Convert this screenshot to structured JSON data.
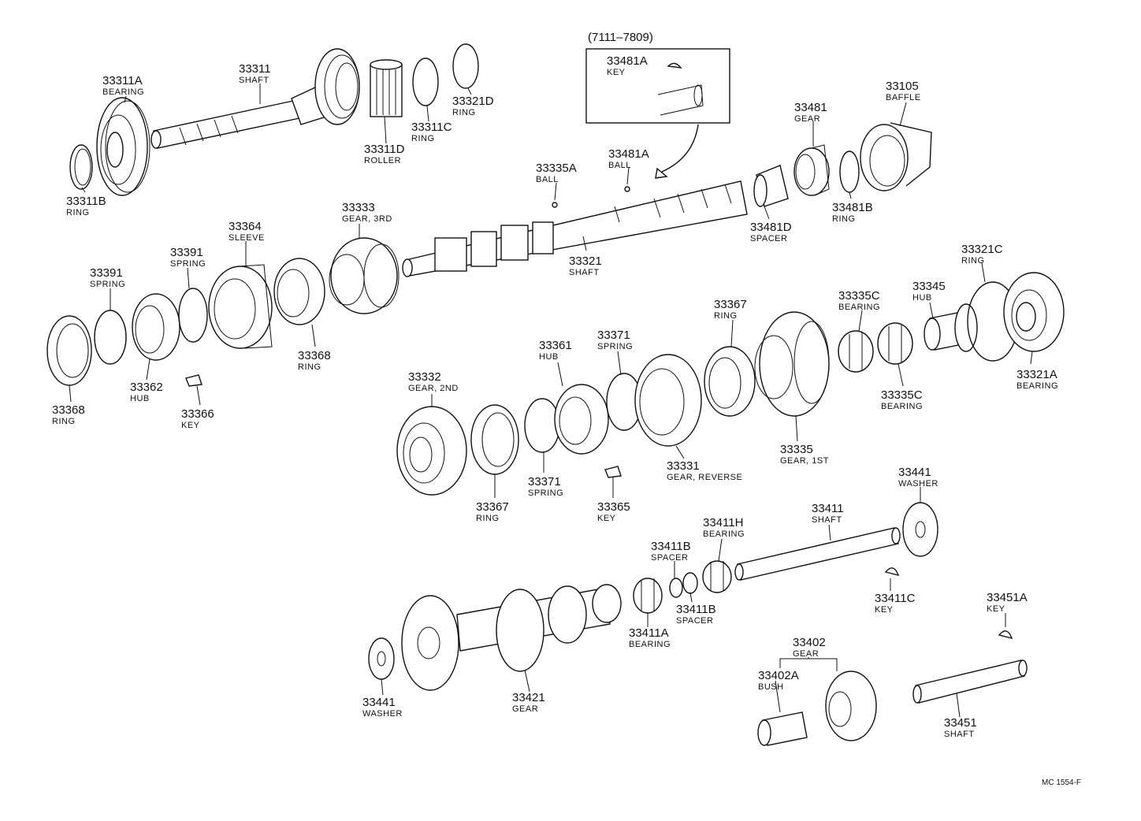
{
  "diagram": {
    "reference_box": {
      "label": "(7111–7809)",
      "part_number": "33481A",
      "part_name": "KEY"
    },
    "drawing_code": "MC 1554-F",
    "parts": [
      {
        "id": "p1",
        "number": "33311A",
        "name": "BEARING"
      },
      {
        "id": "p2",
        "number": "33311",
        "name": "SHAFT"
      },
      {
        "id": "p3",
        "number": "33311B",
        "name": "RING"
      },
      {
        "id": "p4",
        "number": "33311D",
        "name": "ROLLER"
      },
      {
        "id": "p5",
        "number": "33311C",
        "name": "RING"
      },
      {
        "id": "p6",
        "number": "33321D",
        "name": "RING"
      },
      {
        "id": "p7",
        "number": "33335A",
        "name": "BALL"
      },
      {
        "id": "p8",
        "number": "33481A",
        "name": "BALL"
      },
      {
        "id": "p9",
        "number": "33481",
        "name": "GEAR"
      },
      {
        "id": "p10",
        "number": "33105",
        "name": "BAFFLE"
      },
      {
        "id": "p11",
        "number": "33481D",
        "name": "SPACER"
      },
      {
        "id": "p12",
        "number": "33481B",
        "name": "RING"
      },
      {
        "id": "p13",
        "number": "33321",
        "name": "SHAFT"
      },
      {
        "id": "p14",
        "number": "33333",
        "name": "GEAR, 3RD"
      },
      {
        "id": "p15",
        "number": "33364",
        "name": "SLEEVE"
      },
      {
        "id": "p16",
        "number": "33391",
        "name": "SPRING"
      },
      {
        "id": "p17",
        "number": "33391",
        "name": "SPRING"
      },
      {
        "id": "p18",
        "number": "33368",
        "name": "RING"
      },
      {
        "id": "p19",
        "number": "33362",
        "name": "HUB"
      },
      {
        "id": "p20",
        "number": "33366",
        "name": "KEY"
      },
      {
        "id": "p21",
        "number": "33368",
        "name": "RING"
      },
      {
        "id": "p22",
        "number": "33321C",
        "name": "RING"
      },
      {
        "id": "p23",
        "number": "33345",
        "name": "HUB"
      },
      {
        "id": "p24",
        "number": "33335C",
        "name": "BEARING"
      },
      {
        "id": "p25",
        "number": "33367",
        "name": "RING"
      },
      {
        "id": "p26",
        "number": "33371",
        "name": "SPRING"
      },
      {
        "id": "p27",
        "number": "33361",
        "name": "HUB"
      },
      {
        "id": "p28",
        "number": "33321A",
        "name": "BEARING"
      },
      {
        "id": "p29",
        "number": "33335C",
        "name": "BEARING"
      },
      {
        "id": "p30",
        "number": "33332",
        "name": "GEAR, 2ND"
      },
      {
        "id": "p31",
        "number": "33335",
        "name": "GEAR, 1ST"
      },
      {
        "id": "p32",
        "number": "33331",
        "name": "GEAR, REVERSE"
      },
      {
        "id": "p33",
        "number": "33371",
        "name": "SPRING"
      },
      {
        "id": "p34",
        "number": "33367",
        "name": "RING"
      },
      {
        "id": "p35",
        "number": "33365",
        "name": "KEY"
      },
      {
        "id": "p36",
        "number": "33441",
        "name": "WASHER"
      },
      {
        "id": "p37",
        "number": "33411",
        "name": "SHAFT"
      },
      {
        "id": "p38",
        "number": "33411H",
        "name": "BEARING"
      },
      {
        "id": "p39",
        "number": "33411B",
        "name": "SPACER"
      },
      {
        "id": "p40",
        "number": "33411C",
        "name": "KEY"
      },
      {
        "id": "p41",
        "number": "33451A",
        "name": "KEY"
      },
      {
        "id": "p42",
        "number": "33411B",
        "name": "SPACER"
      },
      {
        "id": "p43",
        "number": "33411A",
        "name": "BEARING"
      },
      {
        "id": "p44",
        "number": "33402",
        "name": "GEAR"
      },
      {
        "id": "p45",
        "number": "33402A",
        "name": "BUSH"
      },
      {
        "id": "p46",
        "number": "33441",
        "name": "WASHER"
      },
      {
        "id": "p47",
        "number": "33421",
        "name": "GEAR"
      },
      {
        "id": "p48",
        "number": "33451",
        "name": "SHAFT"
      }
    ]
  }
}
